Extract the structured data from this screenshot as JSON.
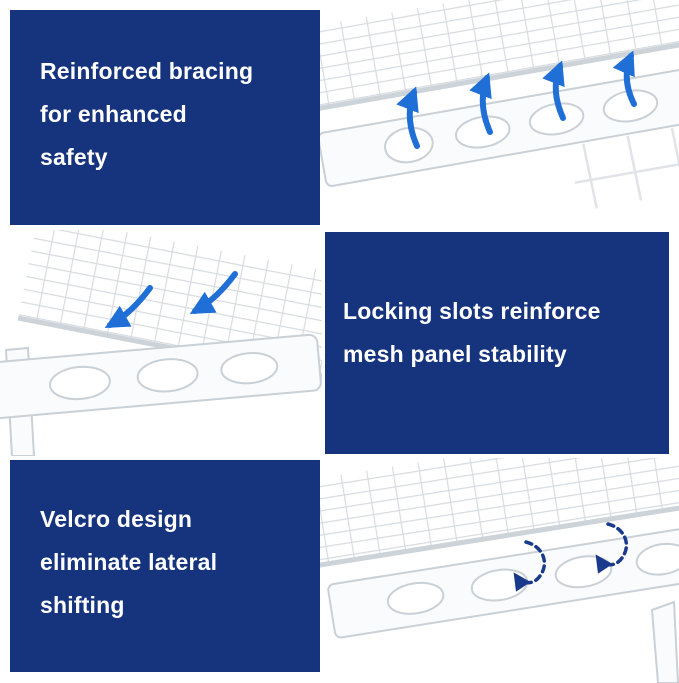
{
  "colors": {
    "panel_bg": "#16337e",
    "panel_text": "#ffffff",
    "arrow_blue": "#1f6fd6",
    "arrow_navy_dashed": "#1a3a8c",
    "wire_gray": "#d7dce1",
    "product_edge_gray": "#c9d0d6"
  },
  "icons": {
    "solid_arrow": "curved-arrow-icon",
    "dashed_arrow": "dashed-curved-arrow-icon"
  },
  "panels": [
    {
      "name": "reinforced-bracing",
      "lines": [
        "Reinforced bracing",
        "for enhanced",
        "safety"
      ]
    },
    {
      "name": "locking-slots",
      "lines": [
        "Locking slots reinforce",
        "mesh panel stability"
      ]
    },
    {
      "name": "velcro-design",
      "lines": [
        "Velcro design",
        "eliminate lateral",
        "shifting"
      ]
    }
  ]
}
